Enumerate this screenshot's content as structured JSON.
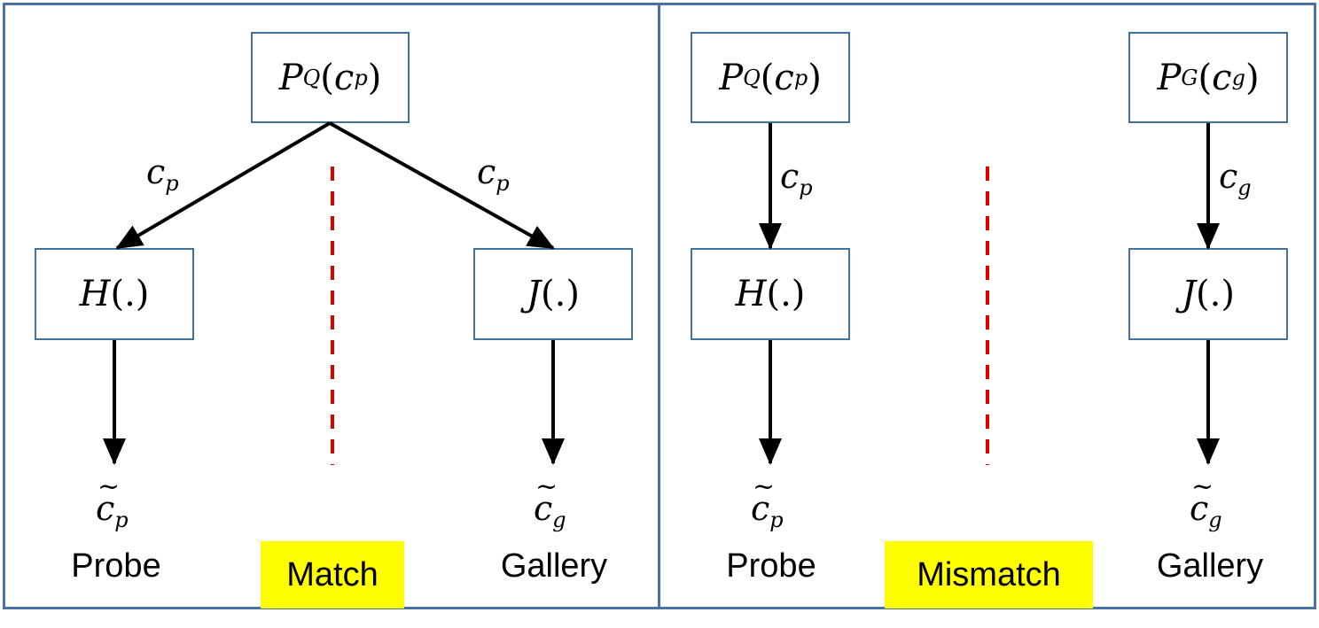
{
  "left_panel": {
    "top_box": {
      "sym": "P",
      "sub": "Q",
      "arg": "c",
      "arg_sub": "p"
    },
    "left_box": {
      "sym": "H",
      "arg": "(.)"
    },
    "right_box": {
      "sym": "J",
      "arg": "(.)"
    },
    "edge_left": {
      "sym": "c",
      "sub": "p"
    },
    "edge_right": {
      "sym": "c",
      "sub": "p"
    },
    "out_left": {
      "sym": "c",
      "sub": "p"
    },
    "out_right": {
      "sym": "c",
      "sub": "g"
    },
    "label_left": "Probe",
    "label_right": "Gallery",
    "tag": "Match"
  },
  "right_panel": {
    "top_left_box": {
      "sym": "P",
      "sub": "Q",
      "arg": "c",
      "arg_sub": "p"
    },
    "top_right_box": {
      "sym": "P",
      "sub": "G",
      "arg": "c",
      "arg_sub": "g"
    },
    "left_box": {
      "sym": "H",
      "arg": "(.)"
    },
    "right_box": {
      "sym": "J",
      "arg": "(.)"
    },
    "edge_left": {
      "sym": "c",
      "sub": "p"
    },
    "edge_right": {
      "sym": "c",
      "sub": "g"
    },
    "out_left": {
      "sym": "c",
      "sub": "p"
    },
    "out_right": {
      "sym": "c",
      "sub": "g"
    },
    "label_left": "Probe",
    "label_right": "Gallery",
    "tag": "Mismatch"
  },
  "colors": {
    "border": "#4a72a0",
    "divider": "#e00000",
    "highlight": "#ffff00"
  }
}
